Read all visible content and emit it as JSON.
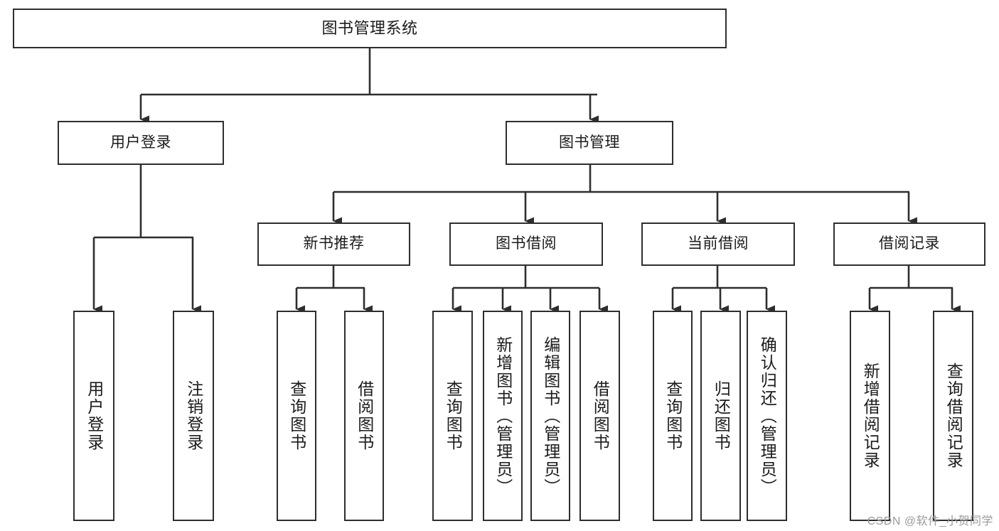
{
  "diagram": {
    "type": "tree",
    "title": "图书管理系统",
    "colors": {
      "box_border": "#2e2e2e",
      "box_fill": "#ffffff",
      "connector": "#2e2e2e",
      "watermark": "#9a9a9a",
      "background": "#ffffff"
    },
    "levels": {
      "root": [
        "图书管理系统"
      ],
      "level2": [
        "用户登录",
        "图书管理"
      ],
      "level3": [
        "新书推荐",
        "图书借阅",
        "当前借阅",
        "借阅记录"
      ],
      "leaves": [
        "用户登录",
        "注销登录",
        "查询图书",
        "借阅图书",
        "查询图书",
        "新增图书（管理员）",
        "编辑图书（管理员）",
        "借阅图书",
        "查询图书",
        "归还图书",
        "确认归还（管理员）",
        "新增借阅记录",
        "查询借阅记录"
      ]
    },
    "nodes": {
      "root": {
        "label": "图书管理系统"
      },
      "user_login": {
        "label": "用户登录"
      },
      "book_mgmt": {
        "label": "图书管理"
      },
      "new_book_rec": {
        "label": "新书推荐"
      },
      "book_borrow": {
        "label": "图书借阅"
      },
      "current_borrow": {
        "label": "当前借阅"
      },
      "borrow_record": {
        "label": "借阅记录"
      },
      "leaf_user_login": {
        "label": "用户登录"
      },
      "leaf_logout": {
        "label": "注销登录"
      },
      "leaf_query_book_1": {
        "label": "查询图书"
      },
      "leaf_borrow_book_1": {
        "label": "借阅图书"
      },
      "leaf_query_book_2": {
        "label": "查询图书"
      },
      "leaf_add_book": {
        "label": "新增图书（管理员）"
      },
      "leaf_edit_book": {
        "label": "编辑图书（管理员）"
      },
      "leaf_borrow_book_2": {
        "label": "借阅图书"
      },
      "leaf_query_book_3": {
        "label": "查询图书"
      },
      "leaf_return_book": {
        "label": "归还图书"
      },
      "leaf_confirm_return": {
        "label": "确认归还（管理员）"
      },
      "leaf_add_record": {
        "label": "新增借阅记录"
      },
      "leaf_query_record": {
        "label": "查询借阅记录"
      }
    },
    "edges": [
      {
        "from": "root",
        "to": "user_login"
      },
      {
        "from": "root",
        "to": "book_mgmt"
      },
      {
        "from": "user_login",
        "to": "leaf_user_login"
      },
      {
        "from": "user_login",
        "to": "leaf_logout"
      },
      {
        "from": "book_mgmt",
        "to": "new_book_rec"
      },
      {
        "from": "book_mgmt",
        "to": "book_borrow"
      },
      {
        "from": "book_mgmt",
        "to": "current_borrow"
      },
      {
        "from": "book_mgmt",
        "to": "borrow_record"
      },
      {
        "from": "new_book_rec",
        "to": "leaf_query_book_1"
      },
      {
        "from": "new_book_rec",
        "to": "leaf_borrow_book_1"
      },
      {
        "from": "book_borrow",
        "to": "leaf_query_book_2"
      },
      {
        "from": "book_borrow",
        "to": "leaf_add_book"
      },
      {
        "from": "book_borrow",
        "to": "leaf_edit_book"
      },
      {
        "from": "book_borrow",
        "to": "leaf_borrow_book_2"
      },
      {
        "from": "current_borrow",
        "to": "leaf_query_book_3"
      },
      {
        "from": "current_borrow",
        "to": "leaf_return_book"
      },
      {
        "from": "current_borrow",
        "to": "leaf_confirm_return"
      },
      {
        "from": "borrow_record",
        "to": "leaf_add_record"
      },
      {
        "from": "borrow_record",
        "to": "leaf_query_record"
      }
    ]
  },
  "watermark": {
    "text": "CSDN @软件_小贺同学"
  }
}
